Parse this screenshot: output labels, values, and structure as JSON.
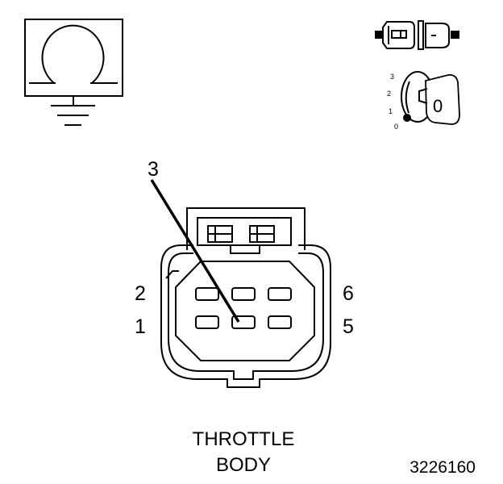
{
  "pins": {
    "p1": "1",
    "p2": "2",
    "p3": "3",
    "p5": "5",
    "p6": "6"
  },
  "key_positions": {
    "k0": "0",
    "k1": "1",
    "k2": "2",
    "k3": "3",
    "key_face": "0"
  },
  "caption": {
    "line1": "THROTTLE",
    "line2": "BODY"
  },
  "reference_number": "3226160",
  "icons": {
    "top_left": "ohmmeter-ground-icon",
    "connector": "connector-disconnect-icon",
    "ignition": "ignition-key-off-icon"
  }
}
